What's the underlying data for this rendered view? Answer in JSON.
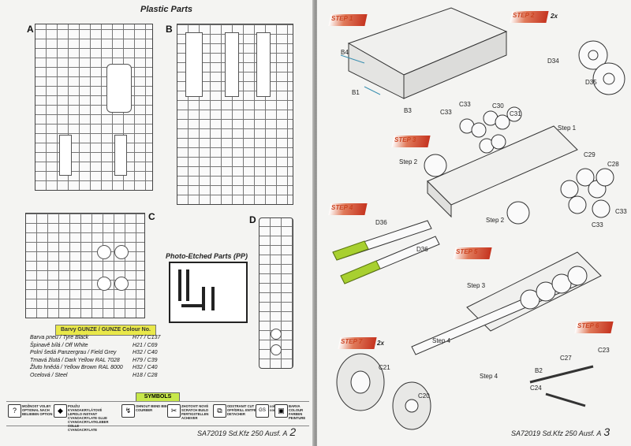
{
  "left_page": {
    "title": "Plastic Parts",
    "sprues": [
      "A",
      "B",
      "C",
      "D"
    ],
    "pe_title": "Photo-Etched Parts (PP)",
    "colour_header": "Barvy GUNZE / GUNZE Colour No.",
    "colours": [
      {
        "name": "Barva pneu / Tyre Black",
        "code": "H77 / C137"
      },
      {
        "name": "Špinavě bílá / Off White",
        "code": "H21 / C69"
      },
      {
        "name": "Polní šedá Panzergrau / Field Grey",
        "code": "H32 / C40"
      },
      {
        "name": "Tmavá žlutá / Dark Yellow RAL 7028",
        "code": "H79 / C39"
      },
      {
        "name": "Žluto hnědá / Yellow Brown RAL 8000",
        "code": "H32 / C40"
      },
      {
        "name": "Ocelová / Steel",
        "code": "H18 / C28"
      }
    ],
    "symbols_title": "SYMBOLS",
    "symbols": [
      {
        "icon": "?",
        "text": "MOŽNOST VOLBY OPTIONAL NACH BELIEBEN OPTION"
      },
      {
        "icon": "◆",
        "text": "POUŽIJ KYANOAKRYLÁTOVÉ LEPIDLO INSTANT CYANOACRYLATE GLUE CYANOACRYLATKLEBER COLLE CYANOACRYLATE"
      },
      {
        "icon": "↯",
        "text": "OHNOUT BEND BIEGEN COURBER"
      },
      {
        "icon": "✂",
        "text": "ZHOTOVIT NOVÉ SCRATCH BUILD FERTIGSTELLEN ACHEVER"
      },
      {
        "icon": "⧉",
        "text": "ODSTRANIT CUT OFF/DRILL ENTFERNEN DETACHER"
      },
      {
        "icon": "GS",
        "text": "colour code"
      },
      {
        "icon": "▣",
        "text": "BARVA COLOUR FARBEN PEINTURE"
      }
    ],
    "footer": "SA72019 Sd.Kfz 250 Ausf. A",
    "page_number": "2"
  },
  "right_page": {
    "steps": [
      {
        "label": "STEP 1",
        "mult": ""
      },
      {
        "label": "STEP 2",
        "mult": "2x"
      },
      {
        "label": "STEP 3",
        "mult": ""
      },
      {
        "label": "STEP 4",
        "mult": ""
      },
      {
        "label": "STEP 5",
        "mult": ""
      },
      {
        "label": "STEP 6",
        "mult": ""
      },
      {
        "label": "STEP 7",
        "mult": "2x"
      }
    ],
    "labels": {
      "b4": "B4",
      "b1": "B1",
      "b3": "B3",
      "d34": "D34",
      "d35": "D35",
      "c33a": "C33",
      "c33b": "C33",
      "c30": "C30",
      "c31": "C31",
      "step1": "Step 1",
      "step2a": "Step 2",
      "c29": "C29",
      "c28": "C28",
      "c33c": "C33",
      "c33d": "C33",
      "step2b": "Step 2",
      "d36a": "D36",
      "d36b": "D36",
      "step3": "Step 3",
      "step4a": "Step 4",
      "step4b": "Step 4",
      "c23": "C23",
      "c27": "C27",
      "b2": "B2",
      "c24": "C24",
      "c21": "C21",
      "c20": "C20"
    },
    "footer": "SA72019 Sd.Kfz 250 Ausf. A",
    "page_number": "3"
  }
}
